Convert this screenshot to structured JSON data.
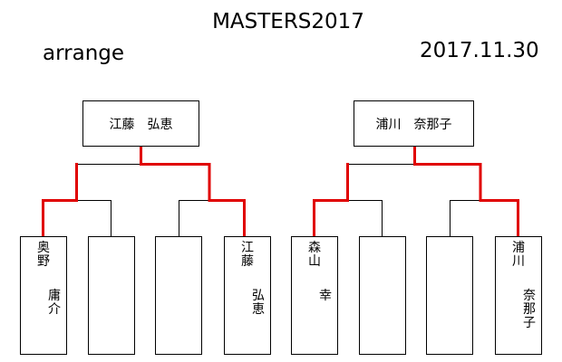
{
  "header": {
    "title": "MASTERS2017",
    "subtitle": "arrange",
    "date": "2017.11.30"
  },
  "bracket": {
    "left": {
      "champion": "江藤　弘恵",
      "players": [
        {
          "col1": "奥野",
          "col2": "庸介"
        },
        {
          "col1": "",
          "col2": ""
        },
        {
          "col1": "",
          "col2": ""
        },
        {
          "col1": "江藤",
          "col2": "弘恵"
        }
      ]
    },
    "right": {
      "champion": "浦川　奈那子",
      "players": [
        {
          "col1": "森山",
          "col2": "幸"
        },
        {
          "col1": "",
          "col2": ""
        },
        {
          "col1": "",
          "col2": ""
        },
        {
          "col1": "浦川",
          "col2": "奈那子"
        }
      ]
    }
  },
  "colors": {
    "winner_line": "#e00000",
    "line": "#000000"
  }
}
